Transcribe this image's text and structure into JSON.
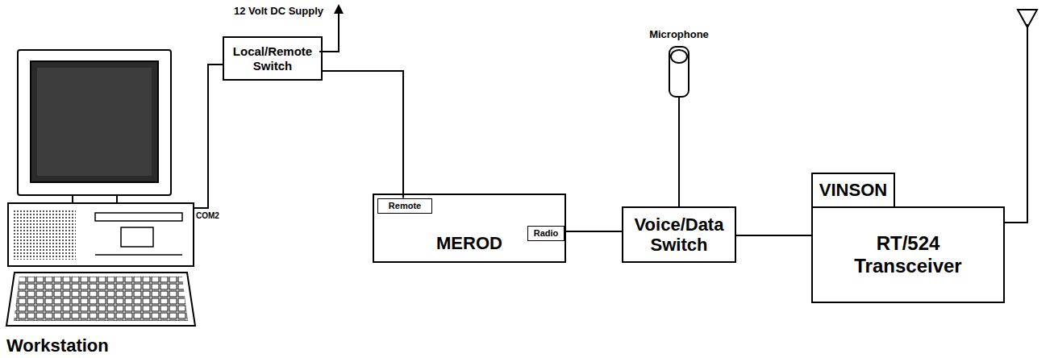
{
  "diagram": {
    "nodes": [
      {
        "text": [
          "Workstation"
        ]
      },
      {
        "text": [
          "Local/Remote Switch"
        ]
      },
      {
        "text": [
          "MEROD"
        ]
      },
      {
        "text": [
          "Remote"
        ],
        "in": 2
      },
      {
        "text": [
          "Radio"
        ],
        "in": 2
      },
      {
        "text": [
          "Microphone"
        ]
      },
      {
        "text": [
          "Voice/Data Switch"
        ]
      },
      {
        "text": [
          "VINSON"
        ]
      },
      {
        "text": [
          "RT/524 Transceiver"
        ]
      }
    ],
    "edges": [
      {
        "from": 0,
        "to": 1,
        "arrow": "none"
      },
      {
        "from": 1,
        "to": 3,
        "arrow": "none"
      },
      {
        "from": 4,
        "to": 6,
        "arrow": "none"
      },
      {
        "from": 5,
        "to": 6,
        "arrow": "none"
      },
      {
        "from": 6,
        "to": 8,
        "arrow": "none"
      }
    ],
    "labels": [
      "12 Volt DC Supply",
      "COM2"
    ]
  }
}
